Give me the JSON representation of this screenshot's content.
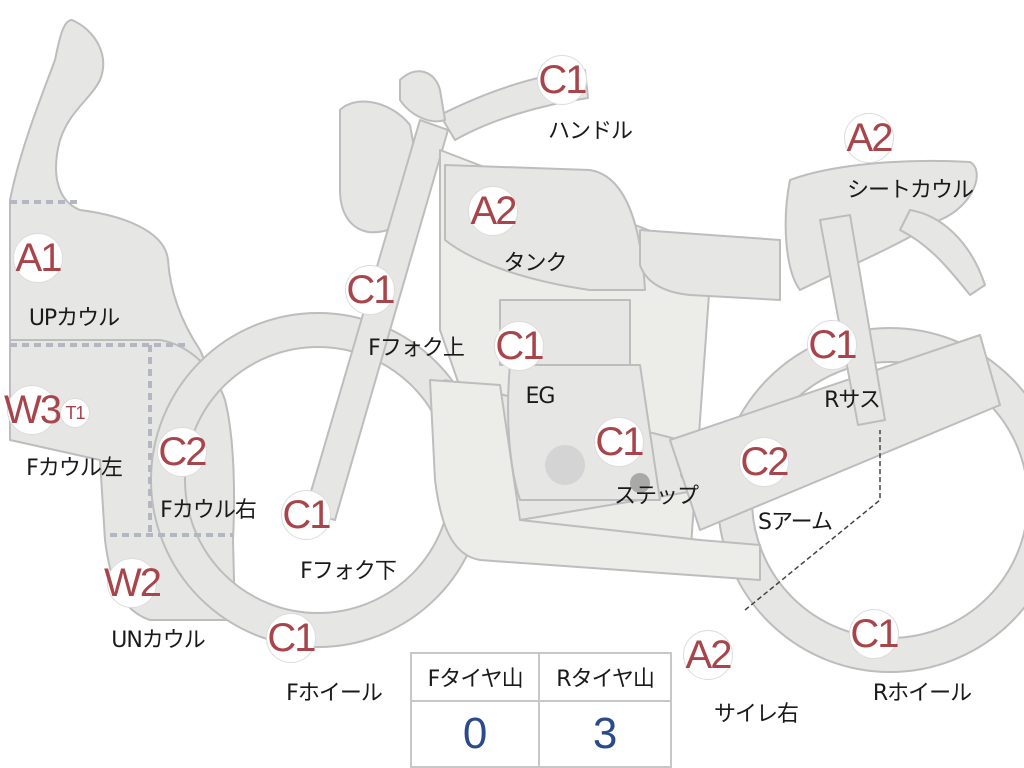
{
  "parts": [
    {
      "id": "up-cowl",
      "code": "A1",
      "label": "UPカウル"
    },
    {
      "id": "f-cowl-left",
      "code": "W3",
      "sub": "T1",
      "label": "Fカウル左"
    },
    {
      "id": "f-cowl-right",
      "code": "C2",
      "label": "Fカウル右"
    },
    {
      "id": "un-cowl",
      "code": "W2",
      "label": "UNカウル"
    },
    {
      "id": "f-fork-upper",
      "code": "C1",
      "label": "Fフォク上"
    },
    {
      "id": "f-fork-lower",
      "code": "C1",
      "label": "Fフォク下"
    },
    {
      "id": "f-wheel",
      "code": "C1",
      "label": "Fホイール"
    },
    {
      "id": "handle",
      "code": "C1",
      "label": "ハンドル"
    },
    {
      "id": "tank",
      "code": "A2",
      "label": "タンク"
    },
    {
      "id": "engine",
      "code": "C1",
      "label": "EG"
    },
    {
      "id": "step",
      "code": "C1",
      "label": "ステップ"
    },
    {
      "id": "seat-cowl",
      "code": "A2",
      "label": "シートカウル"
    },
    {
      "id": "r-sus",
      "code": "C1",
      "label": "Rサス"
    },
    {
      "id": "s-arm",
      "code": "C2",
      "label": "Sアーム"
    },
    {
      "id": "silencer-right",
      "code": "A2",
      "label": "サイレ右"
    },
    {
      "id": "r-wheel",
      "code": "C1",
      "label": "Rホイール"
    }
  ],
  "tire": {
    "headers": [
      "Fタイヤ山",
      "Rタイヤ山"
    ],
    "values": [
      "0",
      "3"
    ]
  }
}
